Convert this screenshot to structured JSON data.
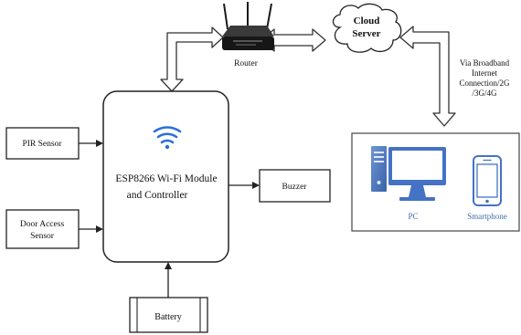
{
  "blocks": {
    "pir_sensor": "PIR Sensor",
    "door_sensor_line1": "Door Access",
    "door_sensor_line2": "Sensor",
    "controller_line1": "ESP8266 Wi-Fi Module",
    "controller_line2": "and Controller",
    "buzzer": "Buzzer",
    "battery": "Battery",
    "router": "Router",
    "cloud_line1": "Cloud",
    "cloud_line2": "Server"
  },
  "connection_note": {
    "line1": "Via Broadband",
    "line2": "Internet",
    "line3": "Connection/2G",
    "line4": "/3G/4G"
  },
  "devices": {
    "pc": "PC",
    "smartphone": "Smartphone"
  },
  "colors": {
    "line": "#222222",
    "device_blue": "#4472c4",
    "wifi_blue": "#2a6edb"
  }
}
